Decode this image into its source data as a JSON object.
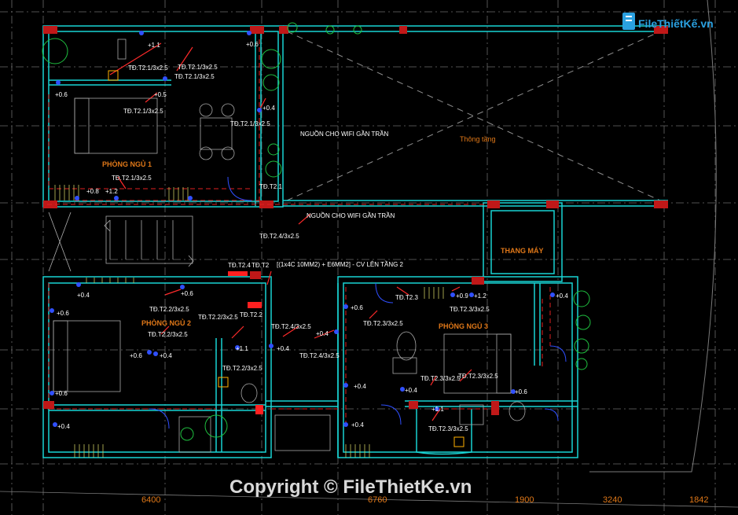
{
  "watermark": {
    "footer": "Copyright © FileThietKe.vn",
    "logo_text": "FileThiếtKế.vn"
  },
  "rooms": {
    "bedroom1": "PHÒNG NGỦ 1",
    "bedroom2": "PHÒNG NGỦ 2",
    "bedroom3": "PHÒNG NGỦ 3",
    "elevator": "THANG MÁY",
    "void": "Thông tầng"
  },
  "notes": {
    "wifi1": "NGUỒN CHO WIFI GẦN TRẦN",
    "wifi2": "NGUỒN CHO WIFI GẦN TRẦN",
    "cable": "[(1x4C 10MM2) + E6MM2] - CV LÊN TẦNG 2",
    "panel1": "TĐ.T2.4",
    "panel2": "TĐ.T2"
  },
  "dimensions": [
    "6400",
    "6760",
    "1900",
    "3240",
    "1842"
  ],
  "labels": [
    "TĐ.T2.1/3x2.5",
    "TĐ.T2.1/3x2.5",
    "TĐ.T2.1/3x2.5",
    "TĐ.T2.1/3x2.5",
    "TĐ.T2.1/3x2.5",
    "TĐ.T2.1/3x2.5",
    "TĐ.T2.1",
    "TĐ.T2.4/3x2.5",
    "TĐ.T2.2/3x2.5",
    "TĐ.T2.2/3x2.5",
    "TĐ.T2.2/3x2.5",
    "TĐ.T2.2/3x2.5",
    "TĐ.T2.2",
    "TĐ.T2.4/3x2.5",
    "TĐ.T2.4/3x2.5",
    "TĐ.T2.3",
    "TĐ.T2.3/3x2.5",
    "TĐ.T2.3/3x2.5",
    "TĐ.T2.3/3x2.5",
    "TĐ.T2.3/3x2.5",
    "TĐ.T2.3/3x2.5"
  ],
  "heights": [
    "+1.1",
    "+0.6",
    "+0.6",
    "+0.5",
    "+0.4",
    "+0.8",
    "+1.2",
    "+0.4",
    "+0.6",
    "+0.6",
    "+0.6",
    "+0.4",
    "+0.6",
    "+0.4",
    "+1.1",
    "+0.4",
    "+0.4",
    "+0.6",
    "+0.4",
    "+0.4",
    "+0.9",
    "+1.2",
    "+0.4",
    "+0.4",
    "+1.1",
    "+0.6"
  ]
}
